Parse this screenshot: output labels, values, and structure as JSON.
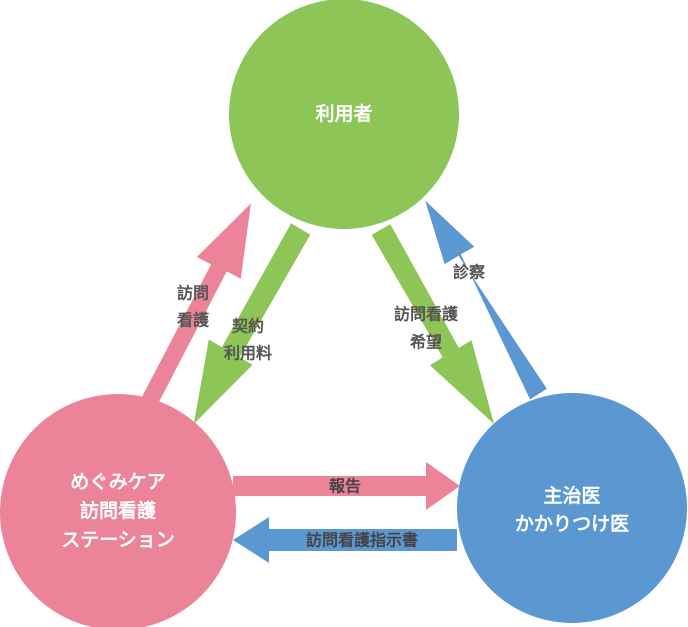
{
  "colors": {
    "user": "#8dc556",
    "station": "#eb8399",
    "doctor": "#5b98d1",
    "label_text": "#555555"
  },
  "nodes": {
    "user": {
      "label": "利用者"
    },
    "station": {
      "lines": [
        "めぐみケア",
        "訪問看護",
        "ステーション"
      ]
    },
    "doctor": {
      "lines": [
        "主治医",
        "かかりつけ医"
      ]
    }
  },
  "edges": {
    "station_to_user": {
      "lines": [
        "訪問",
        "看護"
      ]
    },
    "user_to_station": {
      "lines": [
        "契約",
        "利用料"
      ]
    },
    "user_to_doctor": {
      "lines": [
        "訪問看護",
        "希望"
      ]
    },
    "doctor_to_user": {
      "label": "診察"
    },
    "station_to_doctor": {
      "label": "報告"
    },
    "doctor_to_station": {
      "label": "訪問看護指示書"
    }
  }
}
